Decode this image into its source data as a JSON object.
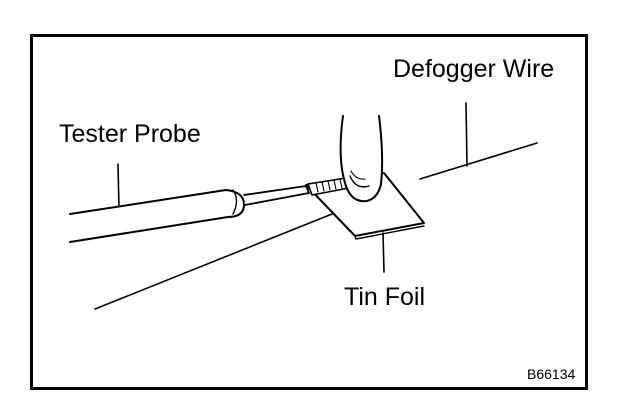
{
  "figure": {
    "labels": {
      "defogger_wire": "Defogger Wire",
      "tester_probe": "Tester Probe",
      "tin_foil": "Tin Foil"
    },
    "figure_code": "B66134"
  }
}
